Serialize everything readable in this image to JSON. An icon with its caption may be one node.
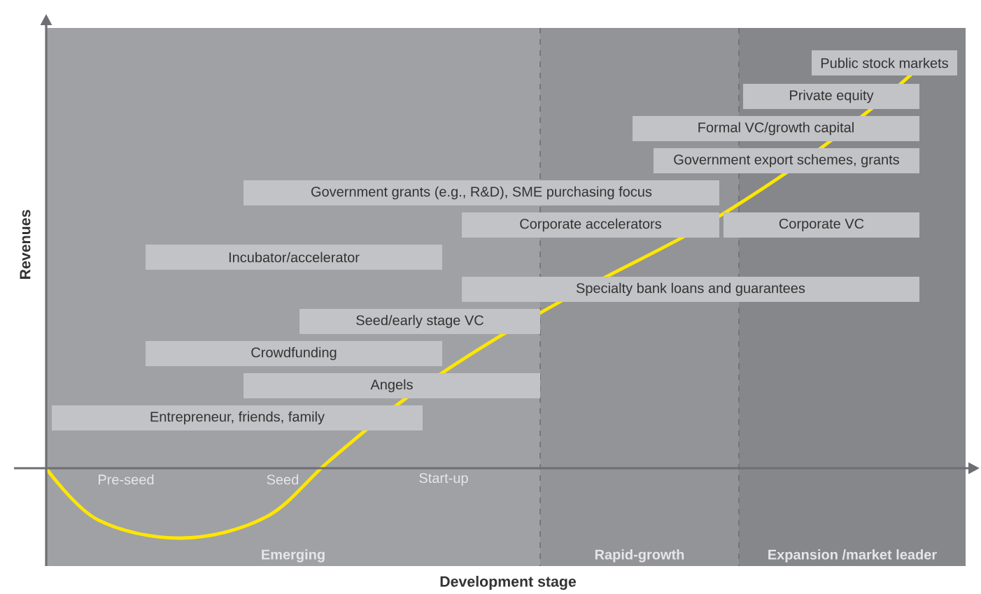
{
  "diagram": {
    "nodes": [
      {
        "text": [
          "Emerging"
        ]
      },
      {
        "text": [
          "Rapid-growth"
        ]
      },
      {
        "text": [
          "Expansion /market leader"
        ]
      },
      {
        "text": [
          "Public stock markets"
        ],
        "in": 2
      },
      {
        "text": [
          "Private equity"
        ],
        "in": 2
      },
      {
        "text": [
          "Formal VC/growth capital"
        ]
      },
      {
        "text": [
          "Government export schemes, grants"
        ]
      },
      {
        "text": [
          "Government grants (e.g., R&D), SME purchasing focus"
        ]
      },
      {
        "text": [
          "Corporate accelerators"
        ]
      },
      {
        "text": [
          "Corporate VC"
        ]
      },
      {
        "text": [
          "Incubator/accelerator"
        ],
        "in": 0
      },
      {
        "text": [
          "Specialty bank loans and guarantees"
        ]
      },
      {
        "text": [
          "Seed/early stage VC"
        ],
        "in": 0
      },
      {
        "text": [
          "Crowdfunding"
        ],
        "in": 0
      },
      {
        "text": [
          "Angels"
        ],
        "in": 0
      },
      {
        "text": [
          "Entrepreneur, friends, family"
        ],
        "in": 0
      }
    ],
    "labels": [
      "Revenues",
      "Pre-seed",
      "Seed",
      "Start-up",
      "Development stage"
    ]
  }
}
